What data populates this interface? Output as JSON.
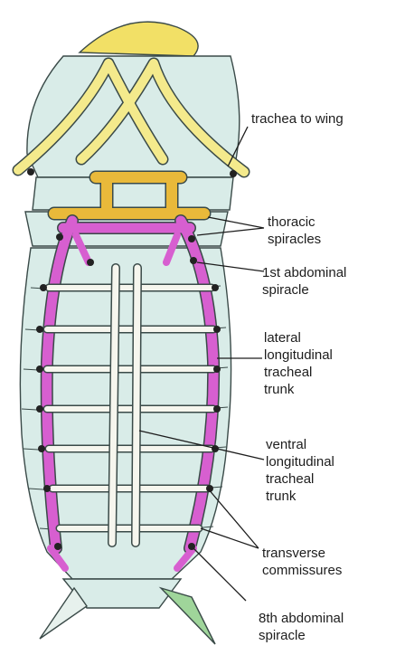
{
  "labels": {
    "trachea_to_wing": [
      "trachea to wing"
    ],
    "thoracic_spiracles": [
      "thoracic",
      "spiracles"
    ],
    "first_abdominal_spiracle": [
      "1st abdominal",
      "spiracle"
    ],
    "lateral_trunk": [
      "lateral",
      "longitudinal",
      "tracheal",
      "trunk"
    ],
    "ventral_trunk": [
      "ventral",
      "longitudinal",
      "tracheal",
      "trunk"
    ],
    "transverse_commissures": [
      "transverse",
      "commissures"
    ],
    "eighth_abdominal_spiracle": [
      "8th abdominal",
      "spiracle"
    ]
  },
  "colors": {
    "body": "#d9ece8",
    "body_outline": "#3a4a48",
    "head": "#f2e066",
    "trachea_yellow": "#f4ea8c",
    "trachea_orange": "#e9b93a",
    "trachea_pink": "#d75fd0",
    "trachea_white": "#f6f6ee",
    "tail_green": "#9fd59a"
  }
}
